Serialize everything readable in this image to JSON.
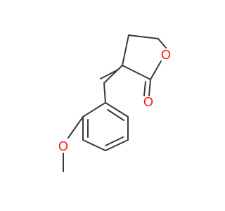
{
  "molecule": {
    "atoms": {
      "ring_oxygen": {
        "element": "O",
        "label": "O",
        "color": "#ff0d0d"
      },
      "carbonyl_oxygen": {
        "element": "O",
        "label": "O",
        "color": "#ff0d0d"
      },
      "methoxy_oxygen": {
        "element": "O",
        "label": "O",
        "color": "#ff0d0d"
      }
    },
    "bond_color": "#3a3a3a",
    "background": "#ffffff"
  }
}
